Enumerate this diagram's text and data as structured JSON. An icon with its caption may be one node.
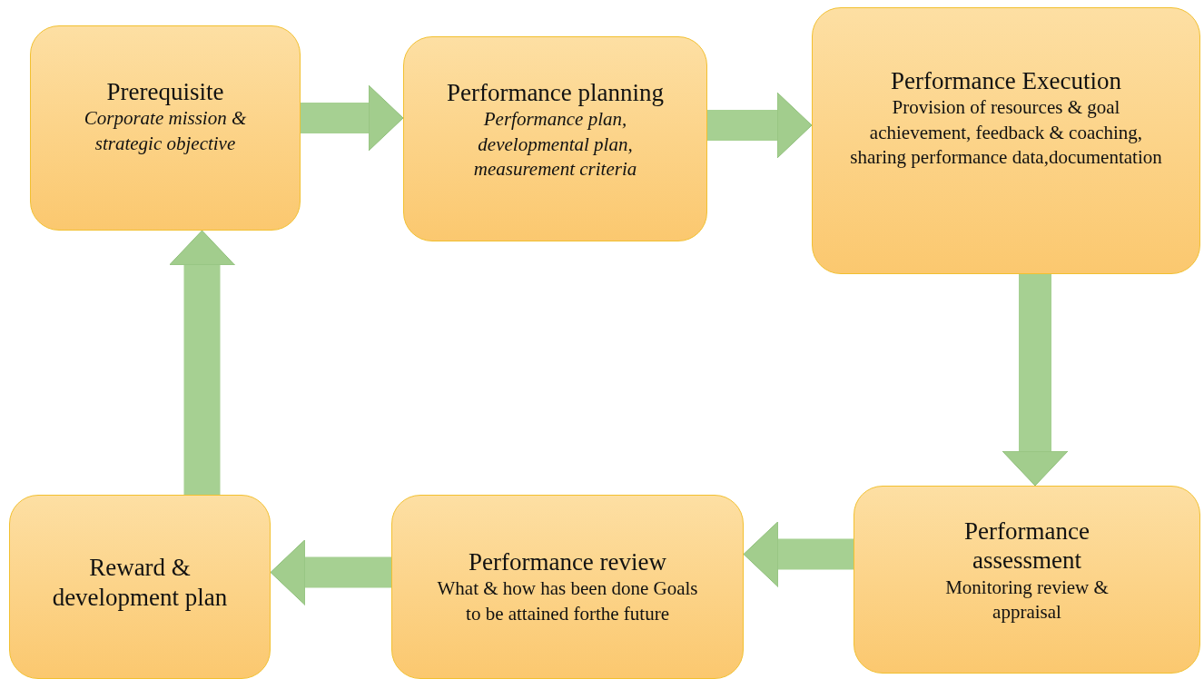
{
  "diagram": {
    "nodes": [
      {
        "text": [
          "Prerequisite",
          "Corporate mission & strategic objective"
        ]
      },
      {
        "text": [
          "Performance planning",
          "Performance plan, developmental plan, measurement criteria"
        ]
      },
      {
        "text": [
          "Performance Execution",
          "Provision of resources & goal achievement, feedback & coaching, sharing performance data,documentation"
        ]
      },
      {
        "text": [
          "Performance assessment",
          "Monitoring review & appraisal"
        ]
      },
      {
        "text": [
          "Performance review",
          "What & how has been done Goals to be attained forthe future"
        ]
      },
      {
        "text": [
          "Reward & development plan"
        ]
      }
    ],
    "edges": [
      {
        "from": 0,
        "to": 1,
        "arrow": "to"
      },
      {
        "from": 1,
        "to": 2,
        "arrow": "to"
      },
      {
        "from": 2,
        "to": 3,
        "arrow": "to"
      },
      {
        "from": 3,
        "to": 4,
        "arrow": "to"
      },
      {
        "from": 4,
        "to": 5,
        "arrow": "to"
      },
      {
        "from": 5,
        "to": 0,
        "arrow": "to"
      }
    ]
  }
}
